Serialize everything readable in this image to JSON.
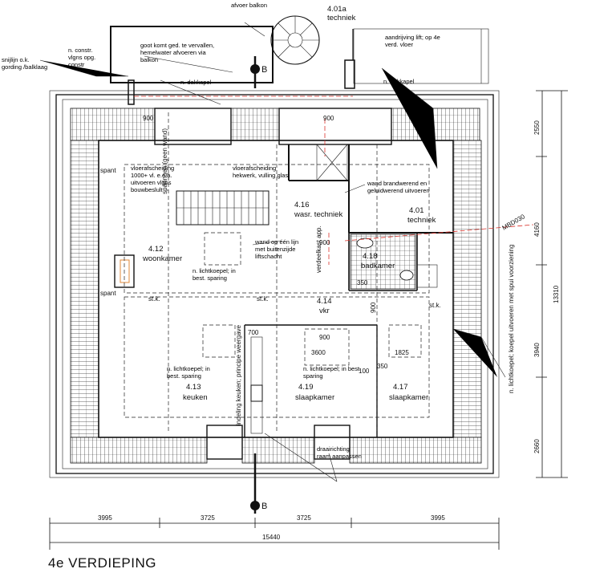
{
  "title": "4e VERDIEPING",
  "rooms": [
    {
      "id": "r401a",
      "num": "4.01a",
      "name": "techniek"
    },
    {
      "id": "r401",
      "num": "4.01",
      "name": "techniek"
    },
    {
      "id": "r412",
      "num": "4.12",
      "name": "woonkamer"
    },
    {
      "id": "r413",
      "num": "4.13",
      "name": "keuken"
    },
    {
      "id": "r414",
      "num": "4.14",
      "name": "vkr"
    },
    {
      "id": "r416",
      "num": "4.16",
      "name": "wasr. techniek"
    },
    {
      "id": "r417",
      "num": "4.17",
      "name": "slaapkamer"
    },
    {
      "id": "r418",
      "num": "4.18",
      "name": "badkamer"
    },
    {
      "id": "r419",
      "num": "4.19",
      "name": "slaapkamer"
    }
  ],
  "notes": {
    "afvoer_balkon": "afvoer balkon",
    "goot": "goot komt ged. te vervallen, hemelwater afvoeren via balkon",
    "dakkapel_left": "n. dakkapel",
    "dakkapel_right": "n. dakkapel",
    "constr": "n. constr. vlgns opg. constr",
    "snijlijn": "snijlijn o.k. gording /balklaag",
    "aandrijving": "aandrijving lift; op 4e verd. vloer",
    "sparingen": "sparingen (geen wand)",
    "vloerafscheiding": "vloerafscheiding 1000+ vl. e.e.a. uitvoeren vlgns bouwbeslult",
    "hekwerk": "vloerafscheiding hekwerk, vulling glas",
    "wand_brand": "wand brandwerend en geluidwerend uitvoeren",
    "wand_lift": "wand op één lijn met buitenzijde liftschacht",
    "lichtkoepel_1": "n. lichtkoepel; in best. sparing",
    "lichtkoepel_2": "n. lichtkoepel; in best. sparing",
    "lichtkoepel_3": "n. lichtkoepel; in best. sparing",
    "lichtkoepel_right": "n. lichtkoepel; koepel uitvoeren met spui voorziening",
    "indeling_keuken": "indeling keuken; principe weergave",
    "verdeelkast": "verdeelkast app.",
    "draairichting": "draairichting raam aanpassen",
    "spant": "spant",
    "stk": "st.k."
  },
  "dims_bottom": [
    "3995",
    "3725",
    "3725",
    "3995"
  ],
  "dim_total": "15440",
  "dims_right": [
    "2550",
    "4160",
    "3940",
    "2660"
  ],
  "dim_right_total": "13310",
  "small_dims": [
    "900",
    "900",
    "900",
    "700",
    "900",
    "3600",
    "1825",
    "350",
    "100",
    "900",
    "350"
  ],
  "section_marker": "B",
  "grid_tag": "MBD030"
}
